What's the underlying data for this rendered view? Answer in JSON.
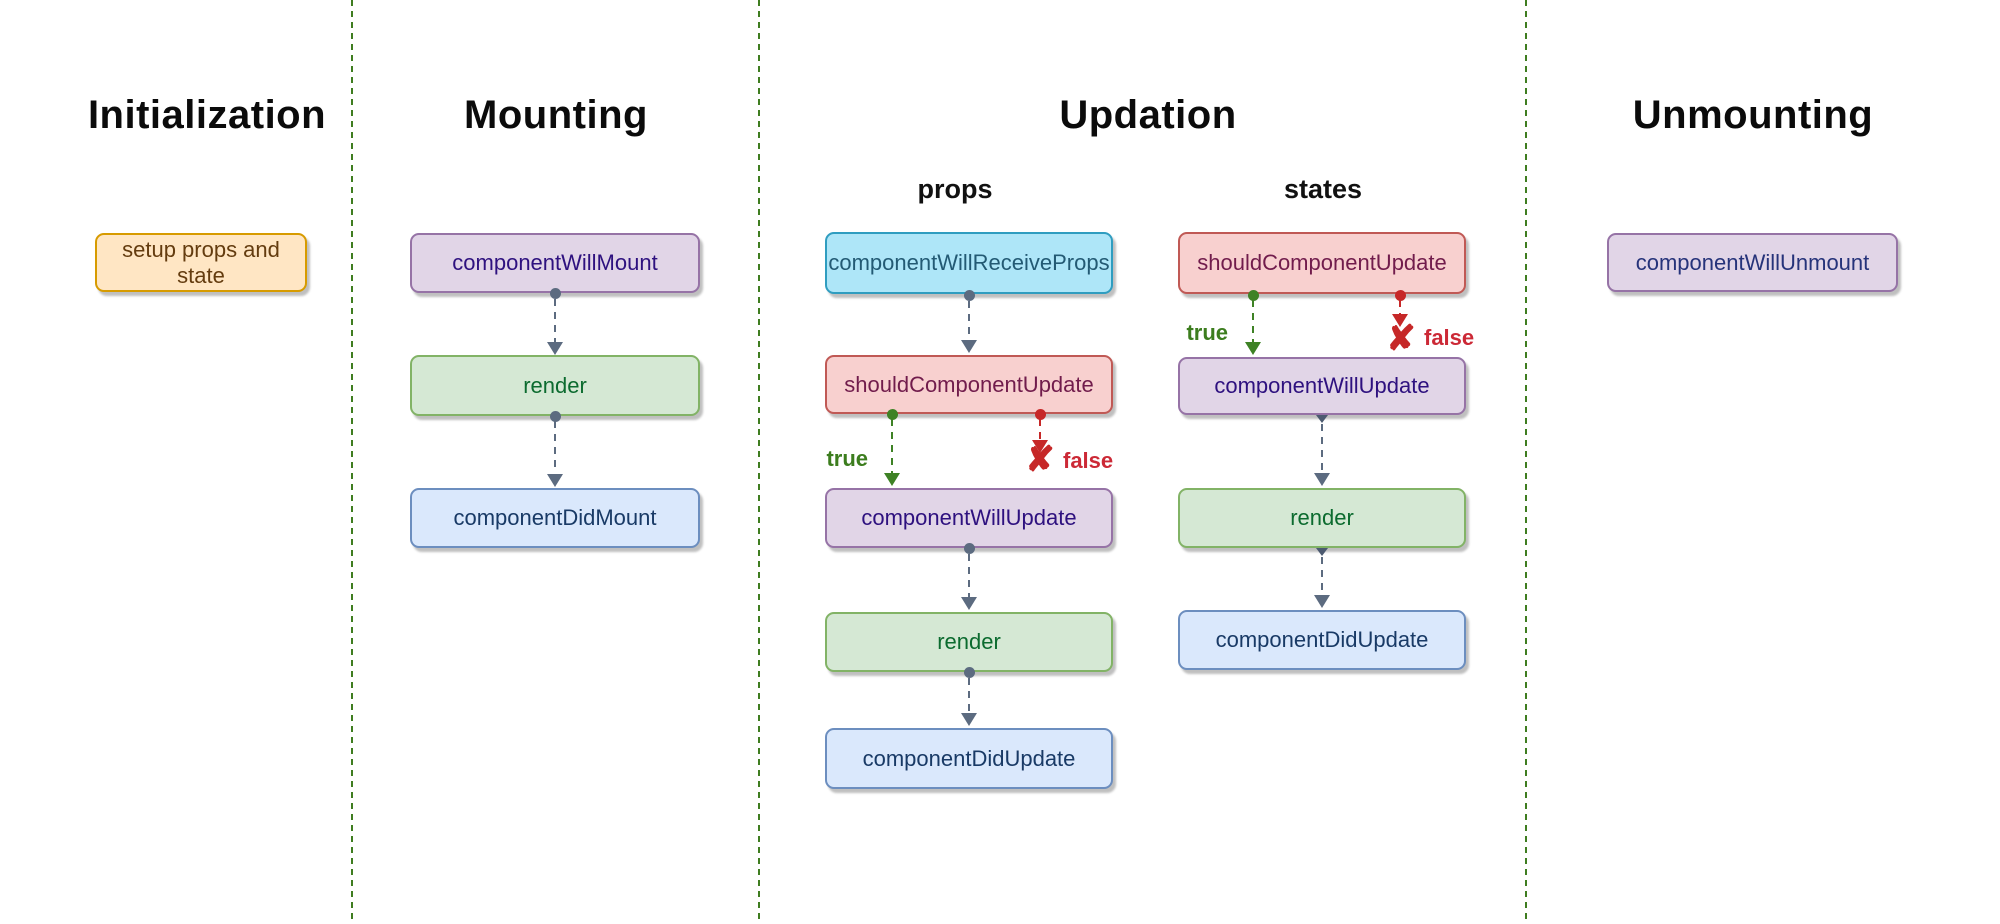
{
  "phases": {
    "initialization": {
      "title": "Initialization",
      "setup": "setup props and state"
    },
    "mounting": {
      "title": "Mounting",
      "will_mount": "componentWillMount",
      "render": "render",
      "did_mount": "componentDidMount"
    },
    "updation": {
      "title": "Updation",
      "props": {
        "title": "props",
        "will_receive_props": "componentWillReceiveProps",
        "should_update": "shouldComponentUpdate",
        "will_update": "componentWillUpdate",
        "render": "render",
        "did_update": "componentDidUpdate"
      },
      "states": {
        "title": "states",
        "should_update": "shouldComponentUpdate",
        "will_update": "componentWillUpdate",
        "render": "render",
        "did_update": "componentDidUpdate"
      }
    },
    "unmounting": {
      "title": "Unmounting",
      "will_unmount": "componentWillUnmount"
    }
  },
  "branches": {
    "true_label": "true",
    "false_label": "false",
    "false_icon": "✘"
  },
  "colors": {
    "background": "#ffffff",
    "separator_green": "#3f7d20",
    "connector_slate": "#5c6b80",
    "branch_true_green": "#3e8225",
    "branch_false_red": "#c62828",
    "node_orange_fill": "#ffe6c4",
    "node_orange_border": "#d79b00",
    "node_purple_fill": "#e1d5e7",
    "node_purple_border": "#9673a6",
    "node_green_fill": "#d5e8d4",
    "node_green_border": "#82b366",
    "node_blue_fill": "#dae8fc",
    "node_blue_border": "#6c8ebf",
    "node_cyan_fill": "#aee6f8",
    "node_cyan_border": "#2f9dc0",
    "node_red_fill": "#f8d0cf",
    "node_red_border": "#c05955"
  }
}
